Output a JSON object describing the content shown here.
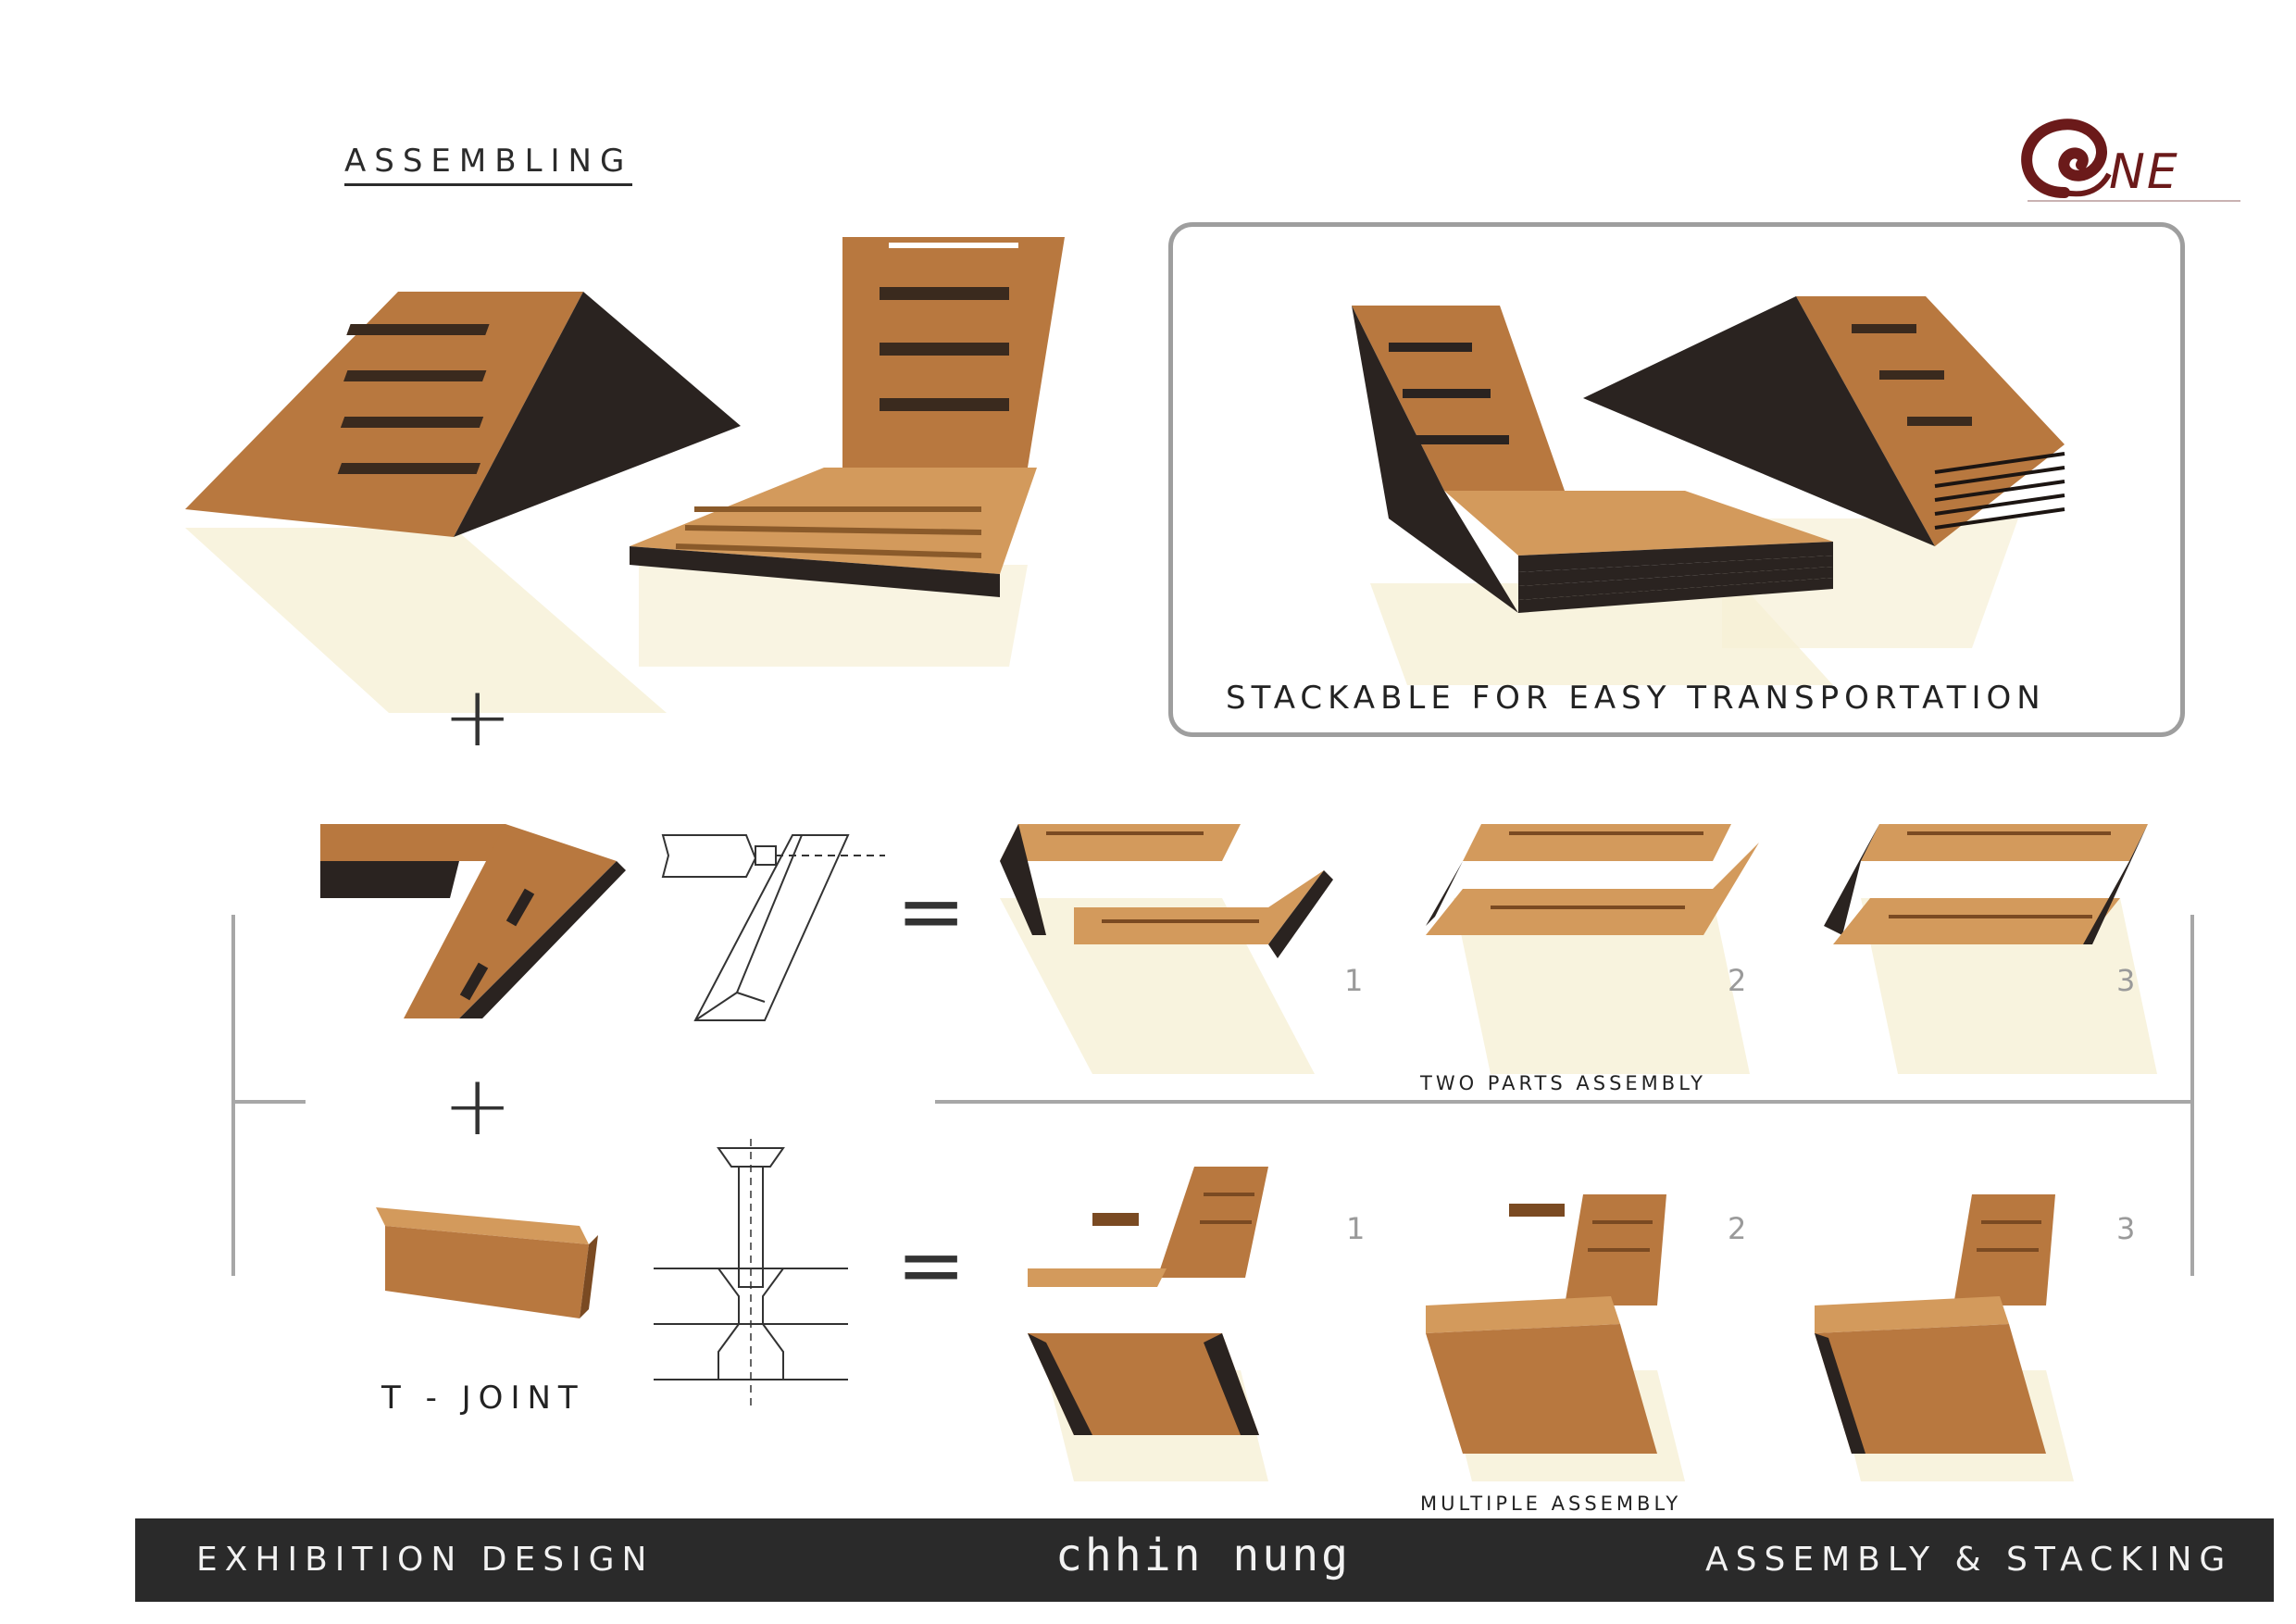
{
  "heading": "ASSEMBLING",
  "logo": {
    "text": "NE",
    "icon": "swirl-logo-icon",
    "color": "#6b1a1a"
  },
  "stacking": {
    "caption": "STACKABLE FOR EASY TRANSPORTATION"
  },
  "operators": {
    "plus": "+",
    "equals": "="
  },
  "two_parts": {
    "caption": "TWO PARTS ASSEMBLY",
    "steps": [
      "1",
      "2",
      "3"
    ]
  },
  "multiple": {
    "caption": "MULTIPLE ASSEMBLY",
    "steps": [
      "1",
      "2",
      "3"
    ]
  },
  "tjoint_label": "T - JOINT",
  "footer": {
    "left": "EXHIBITION DESIGN",
    "center": "chhin nung",
    "right": "ASSEMBLY & STACKING"
  },
  "colors": {
    "wood": "#b8783f",
    "wood_light": "#d39a5c",
    "edge": "#2a2320",
    "reflection": "#f6f0d6",
    "footer_bg": "#2a2a2a",
    "frame": "#9e9e9e"
  }
}
